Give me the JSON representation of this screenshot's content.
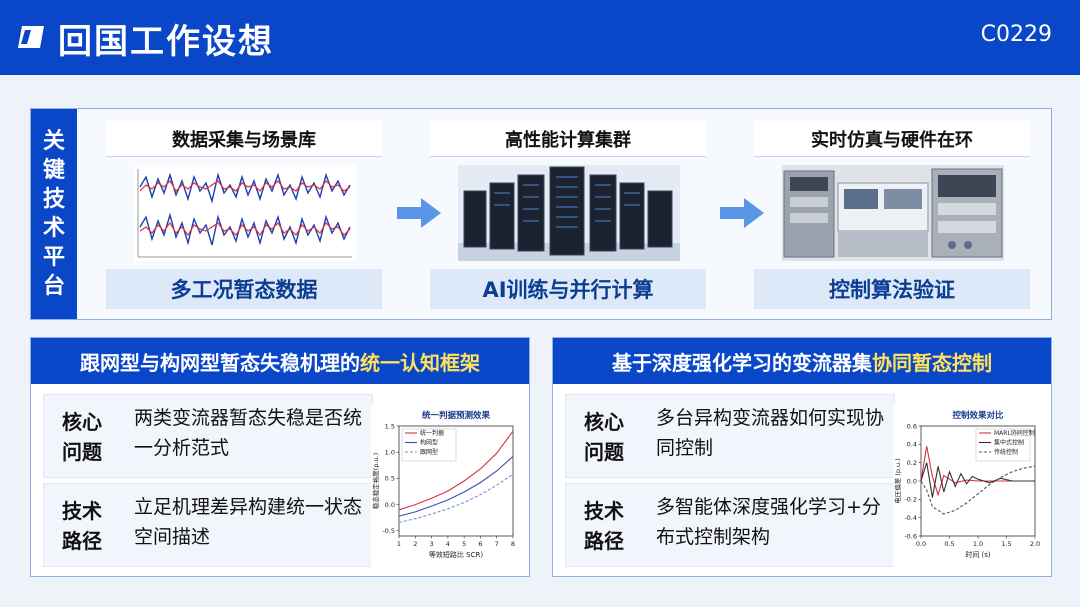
{
  "header": {
    "title": "回国工作设想",
    "code": "C0229"
  },
  "platform": {
    "label": [
      "关",
      "键",
      "技",
      "术",
      "平",
      "台"
    ],
    "cards": [
      {
        "title": "数据采集与场景库",
        "caption": "多工况暂态数据",
        "image": "waveform-graph"
      },
      {
        "title": "高性能计算集群",
        "caption": "AI训练与并行计算",
        "image": "server-racks"
      },
      {
        "title": "实时仿真与硬件在环",
        "caption": "控制算法验证",
        "image": "lab-equipment"
      }
    ]
  },
  "left_panel": {
    "title_pre": "跟网型与构网型暂态失稳机理的",
    "title_hl": "统一认知框架",
    "rows": [
      {
        "label": [
          "核心",
          "问题"
        ],
        "text": "两类变流器暂态失稳是否统一分析范式"
      },
      {
        "label": [
          "技术",
          "路径"
        ],
        "text": "立足机理差异构建统一状态空间描述"
      }
    ]
  },
  "right_panel": {
    "title_pre": "基于深度强化学习的变流器集",
    "title_hl": "协同暂态控制",
    "rows": [
      {
        "label": [
          "核心",
          "问题"
        ],
        "text": "多台异构变流器如何实现协同控制"
      },
      {
        "label": [
          "技术",
          "路径"
        ],
        "text": "多智能体深度强化学习+分布式控制架构"
      }
    ]
  },
  "colors": {
    "brand": "#0a46c8",
    "highlight": "#ffe25c",
    "caption": "#0b3d91"
  },
  "chart_data": [
    {
      "type": "line",
      "title": "统一判据预测效果",
      "xlabel": "等效短路比 SCR)",
      "ylabel": "稳态稳定裕度(p.u.)",
      "xlim": [
        1,
        8
      ],
      "ylim": [
        -0.6,
        1.5
      ],
      "xticks": [
        "1",
        "2",
        "3",
        "4",
        "5",
        "6",
        "7",
        "8"
      ],
      "yticks": [
        "-0.5",
        "0.0",
        "0.5",
        "1.0",
        "1.5"
      ],
      "legend": "top-left",
      "series": [
        {
          "name": "统一判据",
          "color": "#d9333f",
          "x": [
            1,
            2,
            3,
            4,
            5,
            6,
            7,
            8
          ],
          "y": [
            -0.1,
            0.0,
            0.12,
            0.26,
            0.45,
            0.68,
            0.98,
            1.4
          ]
        },
        {
          "name": "构网型",
          "color": "#3a4fb0",
          "x": [
            1,
            2,
            3,
            4,
            5,
            6,
            7,
            8
          ],
          "y": [
            -0.22,
            -0.14,
            -0.03,
            0.09,
            0.24,
            0.42,
            0.64,
            0.92
          ]
        },
        {
          "name": "跟网型",
          "color": "#7b8fcf",
          "x": [
            1,
            2,
            3,
            4,
            5,
            6,
            7,
            8
          ],
          "y": [
            -0.34,
            -0.27,
            -0.18,
            -0.08,
            0.04,
            0.19,
            0.37,
            0.58
          ]
        }
      ]
    },
    {
      "type": "line",
      "title": "控制效果对比",
      "xlabel": "时间 (s)",
      "ylabel": "电压偏差 (p.u.)",
      "xlim": [
        0.0,
        2.0
      ],
      "ylim": [
        -0.6,
        0.6
      ],
      "xticks": [
        "0.0",
        "0.5",
        "1.0",
        "1.5",
        "2.0"
      ],
      "yticks": [
        "-0.6",
        "-0.4",
        "-0.2",
        "0.0",
        "0.2",
        "0.4",
        "0.6"
      ],
      "legend": "top-right",
      "series": [
        {
          "name": "MARL协同控制",
          "color": "#d9333f",
          "x": [
            0,
            0.1,
            0.2,
            0.3,
            0.4,
            0.5,
            0.6,
            0.8,
            1.0,
            1.2,
            1.5,
            2.0
          ],
          "y": [
            0,
            0.38,
            0.05,
            -0.15,
            0.06,
            0.02,
            -0.02,
            0.01,
            0,
            0,
            0,
            0
          ]
        },
        {
          "name": "集中式控制",
          "color": "#333333",
          "x": [
            0,
            0.1,
            0.2,
            0.3,
            0.4,
            0.5,
            0.6,
            0.7,
            0.8,
            0.9,
            1.0,
            1.2,
            1.4,
            1.6,
            2.0
          ],
          "y": [
            0,
            0.2,
            -0.18,
            0.16,
            -0.12,
            0.1,
            -0.06,
            0.08,
            -0.03,
            0.05,
            0.02,
            -0.02,
            0.03,
            0.0,
            0.0
          ]
        },
        {
          "name": "传统控制",
          "color": "#555555",
          "x": [
            0,
            0.1,
            0.2,
            0.3,
            0.4,
            0.6,
            0.8,
            1.0,
            1.2,
            1.4,
            1.6,
            1.8,
            2.0
          ],
          "y": [
            0,
            -0.1,
            -0.28,
            -0.32,
            -0.36,
            -0.32,
            -0.24,
            -0.14,
            -0.04,
            0.04,
            0.1,
            0.14,
            0.16
          ]
        }
      ]
    }
  ]
}
